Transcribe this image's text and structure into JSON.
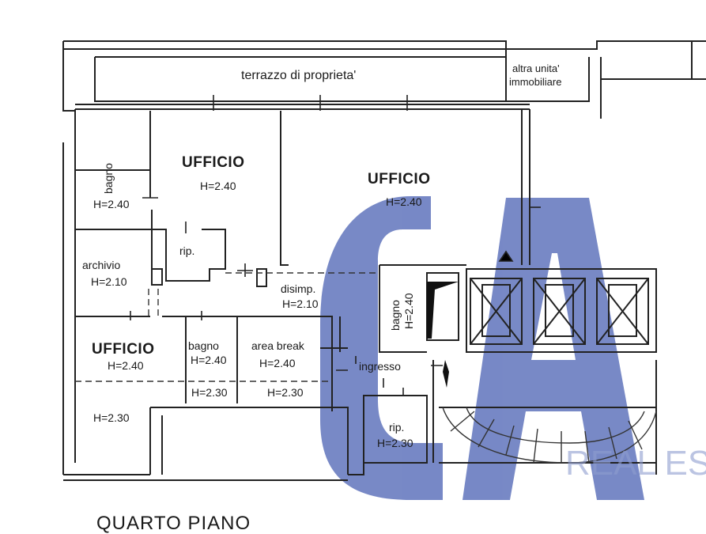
{
  "labels": {
    "terrace": "terrazzo di proprieta'",
    "other_unit_1": "altra unita'",
    "other_unit_2": "immobiliare",
    "office_1": "UFFICIO",
    "office_1_h": "H=2.40",
    "office_2": "UFFICIO",
    "office_2_h": "H=2.40",
    "bath_1": "bagno",
    "bath_1_h": "H=2.40",
    "storage_1": "rip.",
    "archive": "archivio",
    "archive_h": "H=2.10",
    "hall": "disimp.",
    "hall_h": "H=2.10",
    "bath_2": "bagno",
    "bath_2_h": "H=2.40",
    "office_3": "UFFICIO",
    "office_3_h": "H=2.40",
    "office_3_h2": "H=2.30",
    "bath_3": "bagno",
    "bath_3_h": "H=2.40",
    "bath_3_h2": "H=2.30",
    "break_area": "area break",
    "break_area_h": "H=2.40",
    "break_area_h2": "H=2.30",
    "entrance": "ingresso",
    "storage_2": "rip.",
    "storage_2_h": "H=2.30",
    "floor_title": "QUARTO PIANO"
  },
  "watermark": {
    "letters": "CA",
    "text": "REAL ES",
    "color": "#5a6fba"
  }
}
